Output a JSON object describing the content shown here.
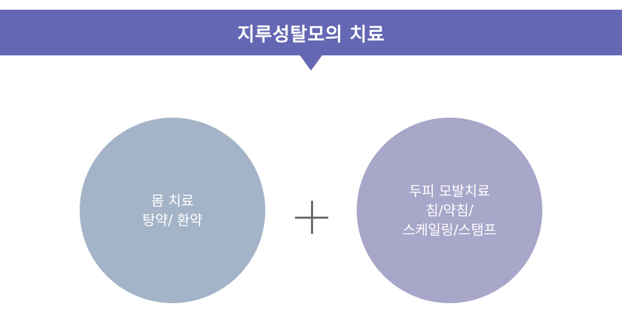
{
  "colors": {
    "banner": "#6467b3",
    "left_circle": "#a4b4c8",
    "right_circle": "#a8a6c9",
    "plus": "#6a6a6a"
  },
  "header": {
    "title": "지루성탈모의 치료"
  },
  "left_circle": {
    "line1": "몸 치료",
    "line2": "탕약/ 환약"
  },
  "right_circle": {
    "line1": "두피 모발치료",
    "line2": "침/약침/",
    "line3": "스케일링/스탬프"
  },
  "plus": {
    "icon": "plus-icon"
  }
}
